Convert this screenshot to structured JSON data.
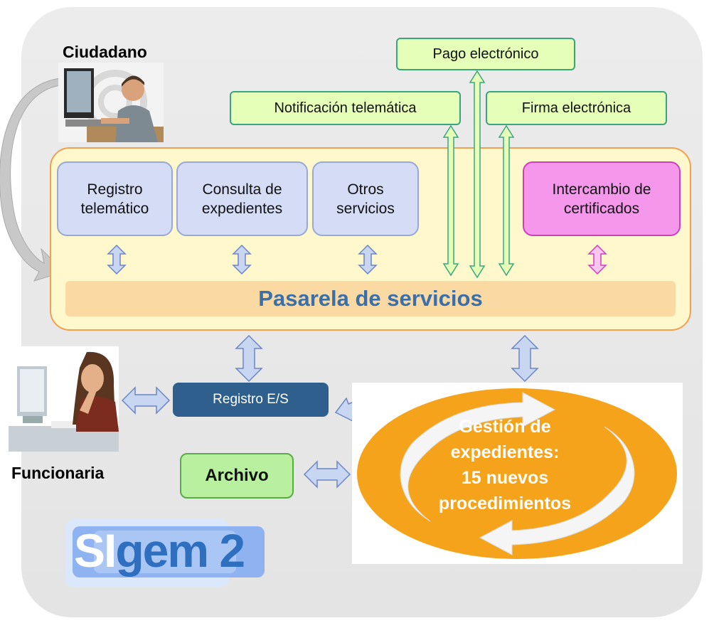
{
  "roles": {
    "citizen": "Ciudadano",
    "official": "Funcionaria"
  },
  "external_services": {
    "payment": "Pago electrónico",
    "notification": "Notificación telemática",
    "signature": "Firma  electrónica"
  },
  "gateway": {
    "title": "Pasarela de servicios",
    "services": [
      {
        "line1": "Registro",
        "line2": "telemático"
      },
      {
        "line1": "Consulta de",
        "line2": "expedientes"
      },
      {
        "line1": "Otros",
        "line2": "servicios"
      },
      {
        "line1": "Intercambio de",
        "line2": "certificados"
      }
    ]
  },
  "internal": {
    "registry": "Registro E/S",
    "archive": "Archivo",
    "case_management": [
      "Gestión de",
      "expedientes:",
      "15 nuevos",
      "procedimientos"
    ]
  },
  "logo": {
    "part1": "SI",
    "part2": "gem 2"
  },
  "colors": {
    "gateway_title": "#3a6fa8",
    "service_box": "#d5dcf5",
    "exchange_box": "#f598ec",
    "external_box": "#e6ffb8",
    "registry_box": "#2f5f8c",
    "archive_box": "#b8f0a0",
    "case_ellipse": "#f5a31a",
    "logo_text": "#2f6fbf"
  }
}
